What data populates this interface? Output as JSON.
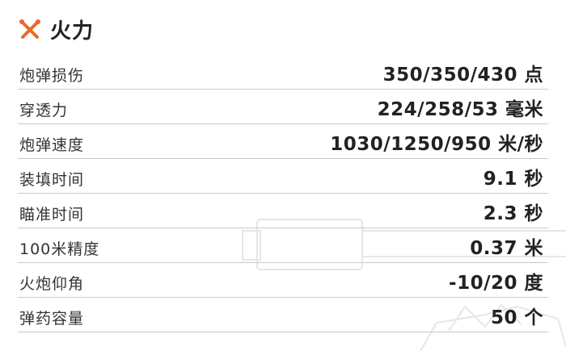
{
  "section": {
    "title": "火力",
    "icon": "crossed-shells-icon",
    "accent_color": "#e8692a"
  },
  "stats": [
    {
      "label": "炮弹损伤",
      "value": "350/350/430 点"
    },
    {
      "label": "穿透力",
      "value": "224/258/53 毫米"
    },
    {
      "label": "炮弹速度",
      "value": "1030/1250/950 米/秒"
    },
    {
      "label": "装填时间",
      "value": "9.1 秒"
    },
    {
      "label": "瞄准时间",
      "value": "2.3 秒"
    },
    {
      "label": "100米精度",
      "value": "0.37 米"
    },
    {
      "label": "火炮仰角",
      "value": "-10/20 度"
    },
    {
      "label": "弹药容量",
      "value": "50 个"
    }
  ]
}
